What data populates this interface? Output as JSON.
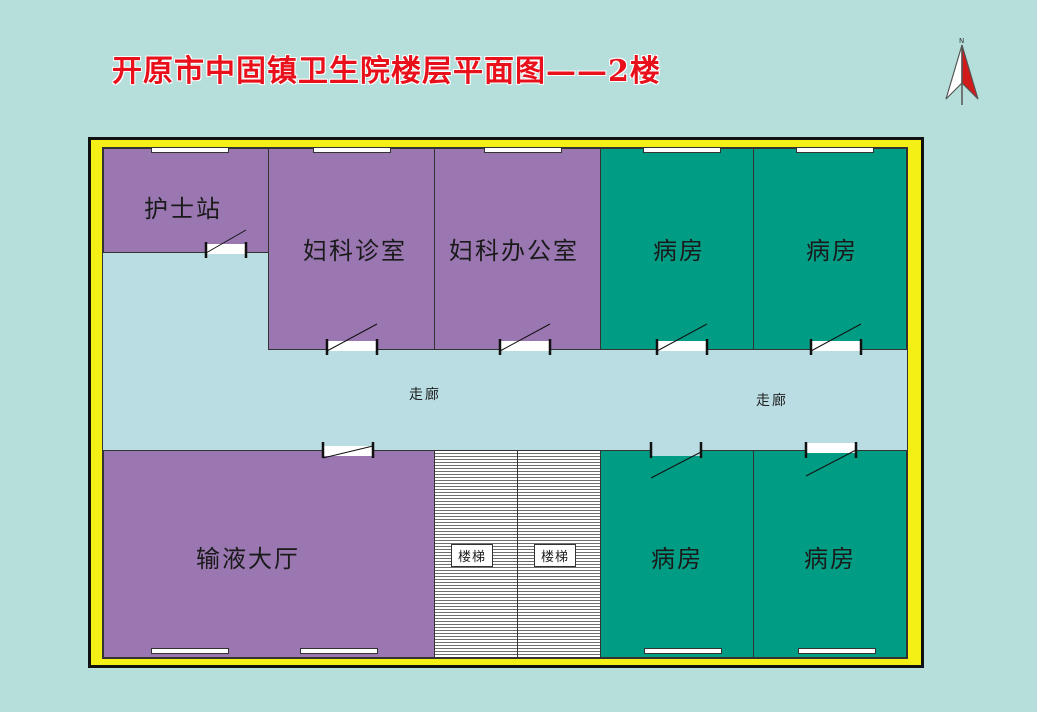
{
  "title": "开原市中固镇卫生院楼层平面图——2楼",
  "compass": {
    "north_label": "N",
    "icon": "north-arrow-icon"
  },
  "colors": {
    "background": "#b6dfdc",
    "title": "#e8101a",
    "wall_border": "#f4f016",
    "purple_room": "#9b77b2",
    "green_room": "#009d84",
    "corridor": "#b9dde3"
  },
  "rooms": {
    "nurse_station": "护士站",
    "gyn_clinic": "妇科诊室",
    "gyn_office": "妇科办公室",
    "ward_top_1": "病房",
    "ward_top_2": "病房",
    "infusion_hall": "输液大厅",
    "stairs_1": "楼梯",
    "stairs_2": "楼梯",
    "ward_bottom_1": "病房",
    "ward_bottom_2": "病房"
  },
  "corridor": {
    "label_1": "走廊",
    "label_2": "走廊"
  }
}
